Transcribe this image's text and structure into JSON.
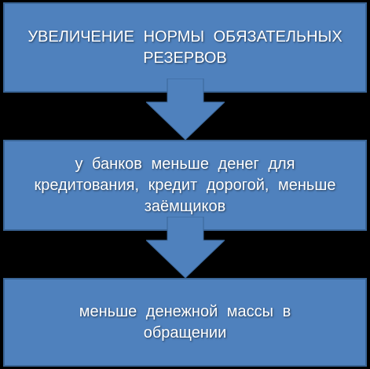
{
  "diagram": {
    "boxes": [
      {
        "text": "УВЕЛИЧЕНИЕ  НОРМЫ  ОБЯЗАТЕЛЬНЫХ РЕЗЕРВОВ"
      },
      {
        "text": "у банков меньше денег для кредитования, кредит дорогой, меньше заёмщиков"
      },
      {
        "text": "меньше денежной массы в обращении"
      }
    ],
    "colors": {
      "box_fill": "#4f81bd",
      "box_border": "#3a6596",
      "arrow_fill": "#4f81bd",
      "background": "#000000",
      "text": "#ffffff"
    }
  }
}
